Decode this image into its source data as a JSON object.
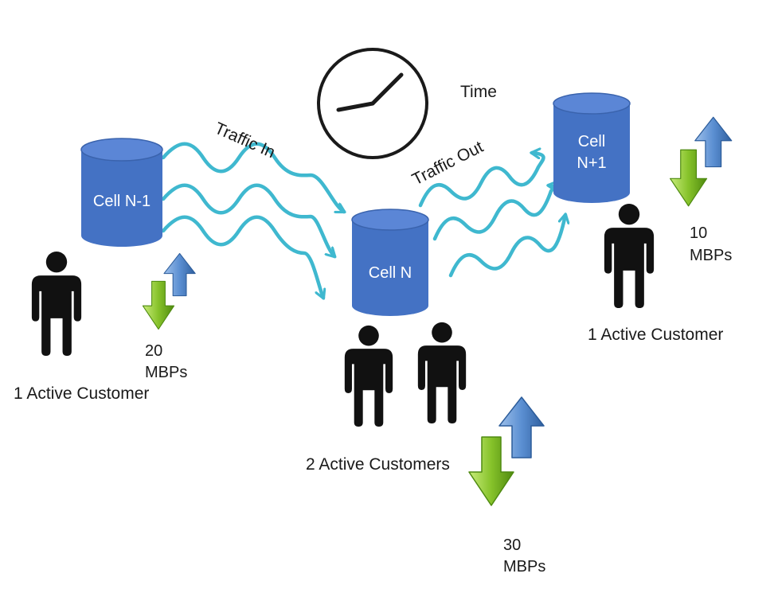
{
  "time_label": "Time",
  "traffic_in_label": "Traffic In",
  "traffic_out_label": "Traffic Out",
  "cells": [
    {
      "name": "Cell N-1",
      "customers": "1  Active Customer",
      "rate_value": "20",
      "rate_unit": "MBPs"
    },
    {
      "name": "Cell N",
      "customers": "2 Active Customers",
      "rate_value": "30",
      "rate_unit": "MBPs"
    },
    {
      "name_line1": "Cell",
      "name_line2": "N+1",
      "customers": "1  Active Customer",
      "rate_value": "10",
      "rate_unit": "MBPs"
    }
  ],
  "colors": {
    "cylinder": "#4472c4",
    "cylinder_top": "#5b86d6",
    "wave": "#3fb8cf",
    "person": "#111111",
    "arrow_up": "#4f81bd",
    "arrow_down": "#7ab317"
  },
  "icons": [
    "clock-icon",
    "person-icon",
    "transfer-arrows-icon",
    "wavy-arrow-icon"
  ]
}
